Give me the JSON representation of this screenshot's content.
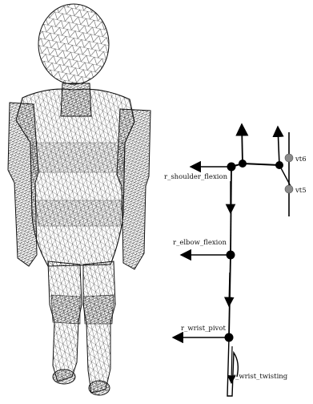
{
  "figure": {
    "labels": {
      "shoulder": "r_shoulder_flexion",
      "elbow": "r_elbow_flexion",
      "wrist_pivot": "r_wrist_pivot",
      "wrist_twisting": "r_wrist_twisting",
      "vt6": "vt6",
      "vt5": "vt5"
    },
    "colors": {
      "mesh": "#111111",
      "joint": "#000000",
      "vertebra": "#8a8a8a",
      "background": "#ffffff"
    }
  }
}
